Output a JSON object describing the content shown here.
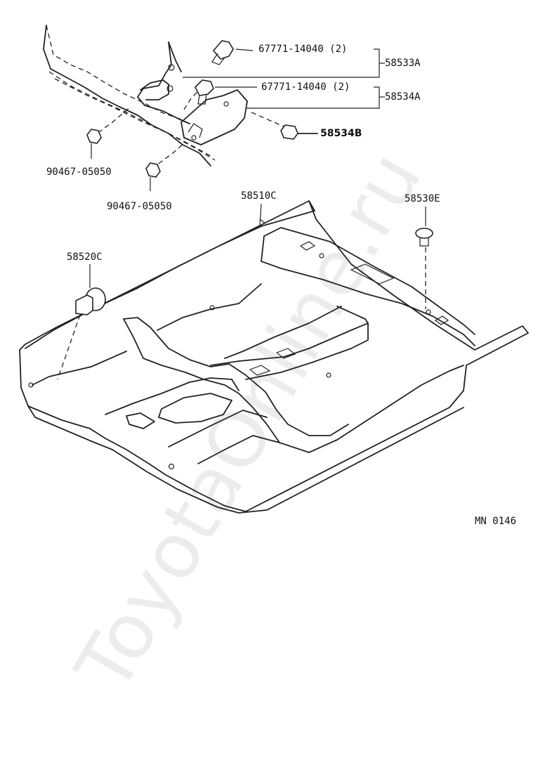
{
  "parts": {
    "clip_upper": "67771-14040 (2)",
    "clip_lower": "67771-14040 (2)",
    "group_a": "58533A",
    "group_b": "58534A",
    "bolt": "58534B",
    "nut_left": "90467-05050",
    "nut_right": "90467-05050",
    "carpet": "58510C",
    "plug_right": "58530E",
    "plug_left": "58520C"
  },
  "figure_code": "MN 0146",
  "watermark": "ToyotaOnline.ru"
}
